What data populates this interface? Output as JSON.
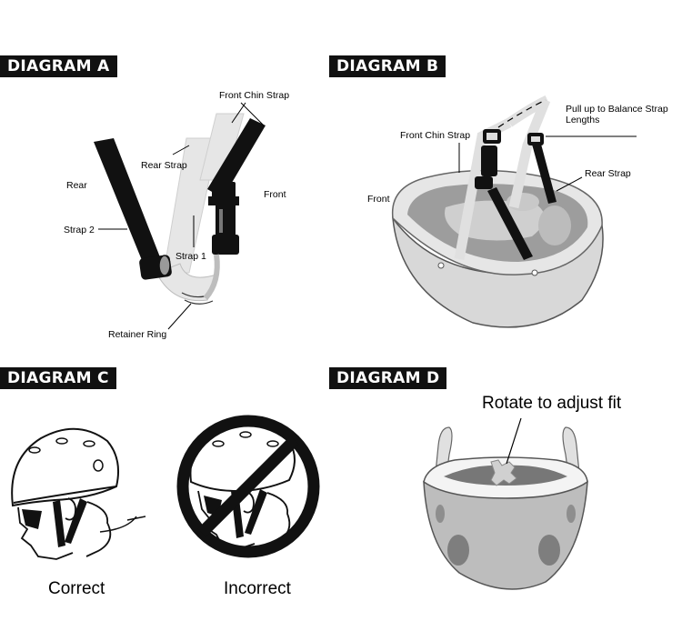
{
  "diagram_a": {
    "title": "DIAGRAM A",
    "labels": {
      "front_chin_strap": "Front Chin Strap",
      "rear_strap": "Rear Strap",
      "rear": "Rear",
      "front": "Front",
      "strap2": "Strap 2",
      "strap1": "Strap 1",
      "retainer_ring": "Retainer Ring"
    }
  },
  "diagram_b": {
    "title": "DIAGRAM B",
    "labels": {
      "pull_up": "Pull up to Balance Strap",
      "pull_up_line2": "Lengths",
      "front_chin_strap": "Front Chin Strap",
      "rear_strap": "Rear Strap",
      "front": "Front"
    }
  },
  "diagram_c": {
    "title": "DIAGRAM C",
    "correct": "Correct",
    "incorrect": "Incorrect"
  },
  "diagram_d": {
    "title": "DIAGRAM D",
    "caption": "Rotate to adjust fit"
  }
}
